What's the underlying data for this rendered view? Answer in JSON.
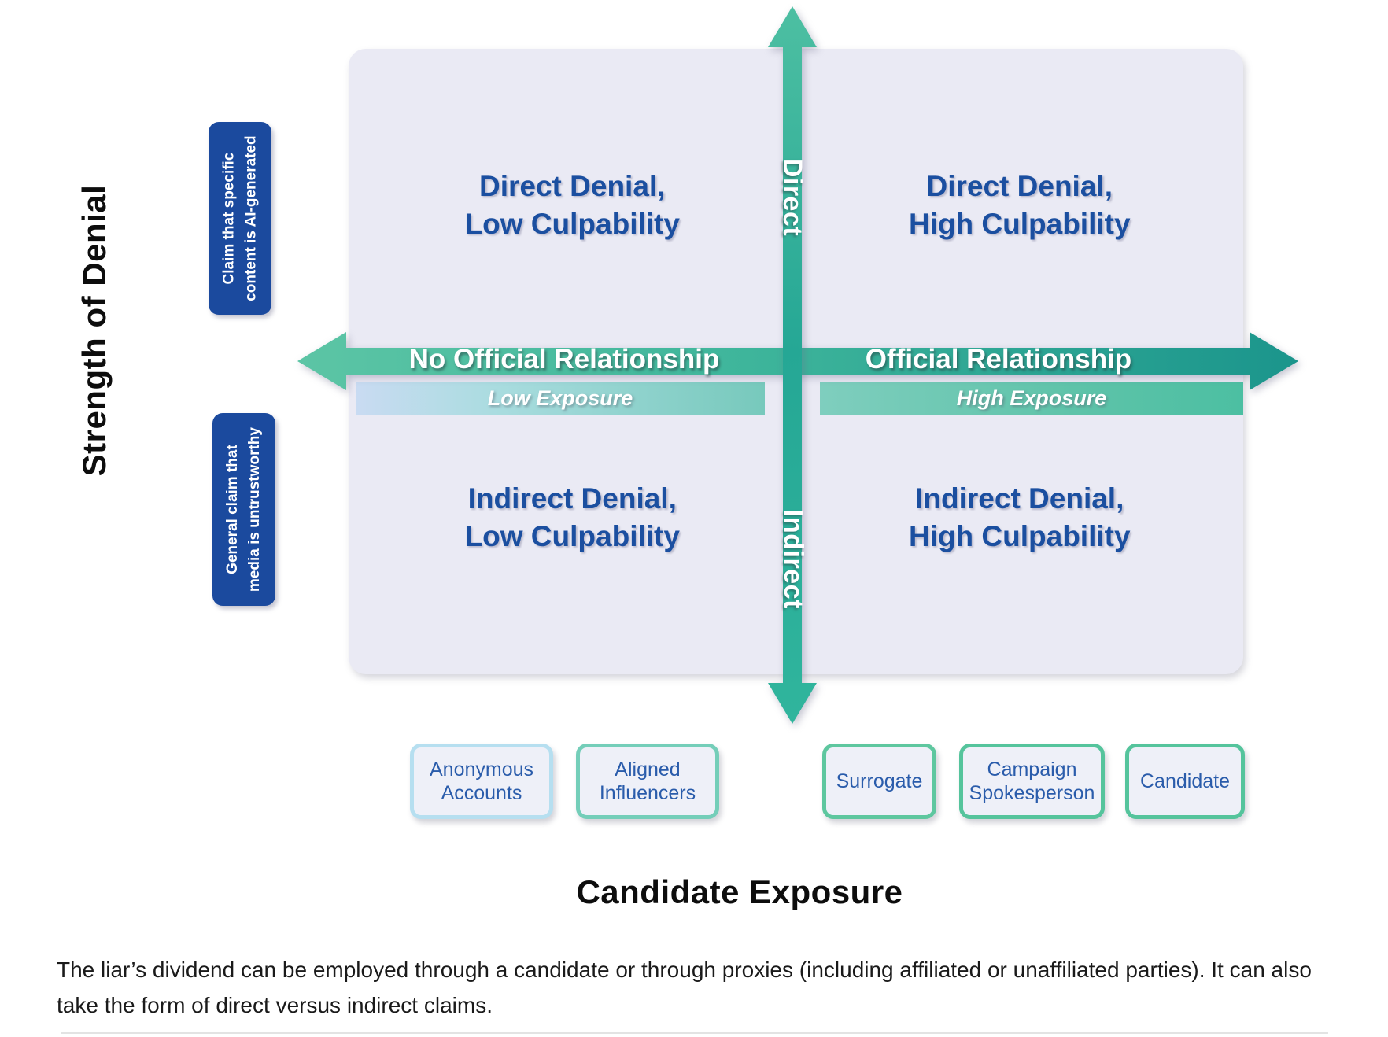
{
  "axes": {
    "y_title": "Strength of Denial",
    "x_title": "Candidate Exposure"
  },
  "vertical_axis": {
    "top_label": "Direct",
    "bottom_label": "Indirect"
  },
  "horizontal_axis": {
    "left_label": "No Official Relationship",
    "right_label": "Official Relationship",
    "left_sub": "Low Exposure",
    "right_sub": "High Exposure"
  },
  "quadrants": [
    {
      "id": "top-left",
      "line1": "Direct Denial,",
      "line2": "Low Culpability"
    },
    {
      "id": "top-right",
      "line1": "Direct Denial,",
      "line2": "High Culpability"
    },
    {
      "id": "bottom-left",
      "line1": "Indirect Denial,",
      "line2": "Low Culpability"
    },
    {
      "id": "bottom-right",
      "line1": "Indirect Denial,",
      "line2": "High Culpability"
    }
  ],
  "denial_tags": [
    {
      "id": "ai-generated",
      "line1": "Claim that specific",
      "line2": "content is AI-generated"
    },
    {
      "id": "untrustworthy",
      "line1": "General claim that",
      "line2": "media is untrustworthy"
    }
  ],
  "actors": [
    {
      "id": "anonymous-accounts",
      "line1": "Anonymous",
      "line2": "Accounts"
    },
    {
      "id": "aligned-influencers",
      "line1": "Aligned",
      "line2": "Influencers"
    },
    {
      "id": "surrogate",
      "line1": "Surrogate",
      "line2": ""
    },
    {
      "id": "campaign-spokesperson",
      "line1": "Campaign",
      "line2": "Spokesperson"
    },
    {
      "id": "candidate",
      "line1": "Candidate",
      "line2": ""
    }
  ],
  "caption": "The liar’s dividend can be employed through a candidate or through proxies (including affiliated or unaffiliated parties). It can also take the form of direct versus indirect claims.",
  "colors": {
    "plate_bg": "#eaeaf4",
    "quadrant_text": "#1b4fa0",
    "arrow_green_light": "#4bbfa0",
    "arrow_green_dark": "#1f9e8f",
    "tag_blue": "#1b4a9e",
    "chip_text": "#2a5cab",
    "exposure_low": "#c9dbf2",
    "exposure_high": "#4cbfa2"
  }
}
